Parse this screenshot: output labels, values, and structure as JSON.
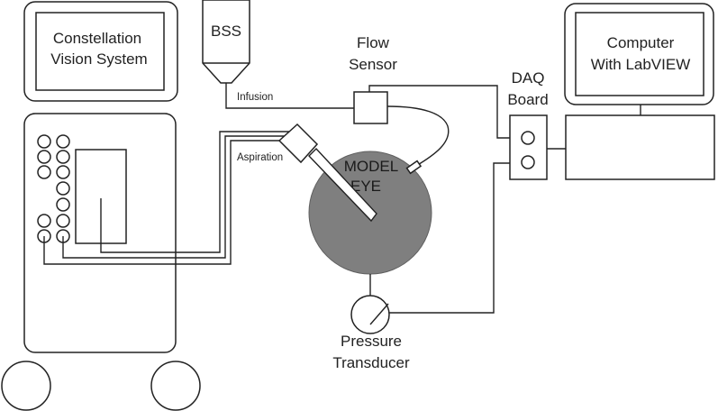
{
  "labels": {
    "constellation_line1": "Constellation",
    "constellation_line2": "Vision System",
    "bss": "BSS",
    "infusion": "Infusion",
    "flow_line1": "Flow",
    "flow_line2": "Sensor",
    "daq_line1": "DAQ",
    "daq_line2": "Board",
    "computer_line1": "Computer",
    "computer_line2": "With LabVIEW",
    "aspiration": "Aspiration",
    "eye_line1": "MODEL",
    "eye_line2": "EYE",
    "pressure_line1": "Pressure",
    "pressure_line2": "Transducer"
  },
  "colors": {
    "stroke": "#222222",
    "eye_fill": "#7f7f7f",
    "background": "#ffffff"
  }
}
